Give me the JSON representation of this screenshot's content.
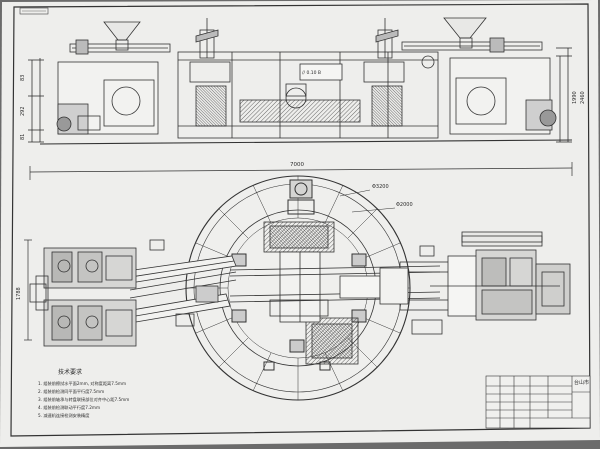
{
  "drawing": {
    "top_view": {
      "dimensions": {
        "left_heights": [
          "83",
          "292",
          "81"
        ],
        "right_heights": [
          "1990",
          "2460"
        ],
        "center_readout": "// 0.10 B"
      }
    },
    "plan_view": {
      "overall_width": "7000",
      "diameter_outer": "Φ3200",
      "diameter_inner": "Φ2000",
      "left_height": "1788"
    },
    "technical_requirements": {
      "title": "技术要求",
      "items": [
        "1. 组装前擦拭水平面2mm, 对称度距离7.5mm",
        "2. 组装前检测同平面平行度7.5mm",
        "3. 组装前轴承与转盘联接部位对齐中心距7.5mm",
        "4. 组装前检测联动平行度7.2mm",
        "5. 减速机连接检测安装精度"
      ]
    },
    "title_block": {
      "company": "台山市"
    }
  }
}
